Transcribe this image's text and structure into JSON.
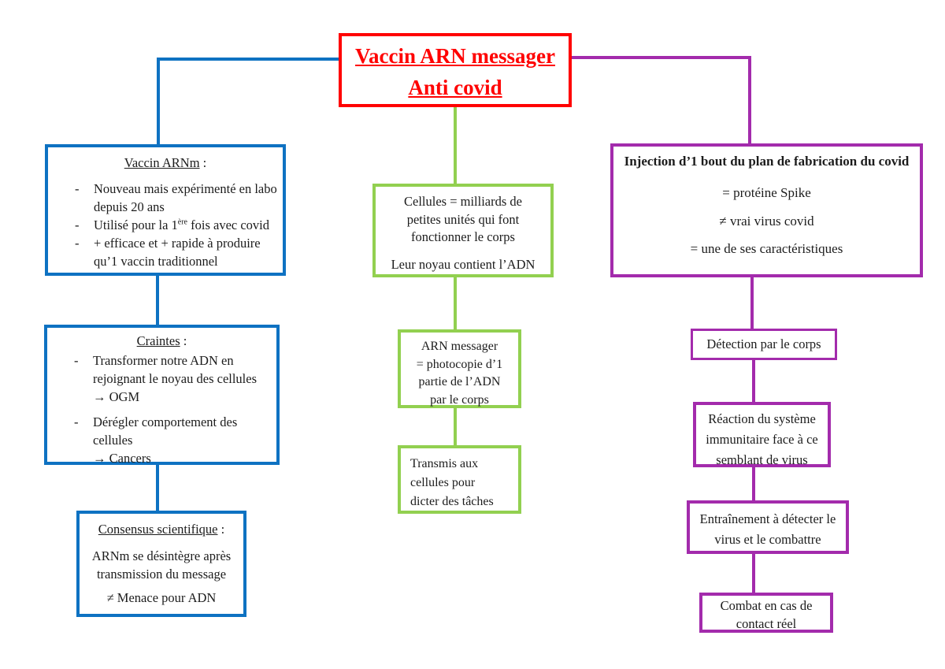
{
  "colors": {
    "title_red": "#ff0000",
    "branch_blue": "#0e72c2",
    "branch_green": "#92d050",
    "branch_purple": "#a32bac"
  },
  "bullet": "-",
  "title": {
    "line1": "Vaccin ARN messager",
    "line2": "Anti covid"
  },
  "left": {
    "vaccin": {
      "heading": "Vaccin ARNm",
      "colon": " :",
      "item1": "Nouveau mais expérimenté en labo depuis 20 ans",
      "item2_pre": "Utilisé pour la 1",
      "item2_sup": "ère",
      "item2_post": " fois avec covid",
      "item3": "+ efficace et + rapide à produire qu’1 vaccin traditionnel"
    },
    "craintes": {
      "heading": "Craintes",
      "colon": " :",
      "item1": "Transformer notre ADN  en rejoignant le noyau des cellules",
      "item1_arrow": "→ OGM",
      "item2": "Dérégler comportement des cellules",
      "item2_arrow": "→ Cancers"
    },
    "consensus": {
      "heading": "Consensus scientifique",
      "colon": " :",
      "line1": "ARNm se désintègre après transmission du message",
      "line2": "≠ Menace pour ADN"
    }
  },
  "middle": {
    "cellules": {
      "para1": "Cellules = milliards de petites unités qui font fonctionner le corps",
      "para2": "Leur noyau contient  l’ADN"
    },
    "arn": {
      "l1": "ARN messager",
      "l2": "= photocopie d’1",
      "l3": "partie de l’ADN",
      "l4": "par le corps"
    },
    "transmis": {
      "l1": "Transmis aux",
      "l2": "cellules pour",
      "l3": "dicter des tâches"
    }
  },
  "right": {
    "injection": {
      "heading": "Injection d’1 bout du plan de fabrication du covid",
      "l1": "= protéine Spike",
      "l2": "≠ vrai virus covid",
      "l3": "= une de ses caractéristiques"
    },
    "detection": "Détection par le corps",
    "reaction": "Réaction du système immunitaire face à ce semblant de virus",
    "entrainement": "Entraînement à détecter le virus  et le combattre",
    "combat": "Combat en cas de contact réel"
  }
}
